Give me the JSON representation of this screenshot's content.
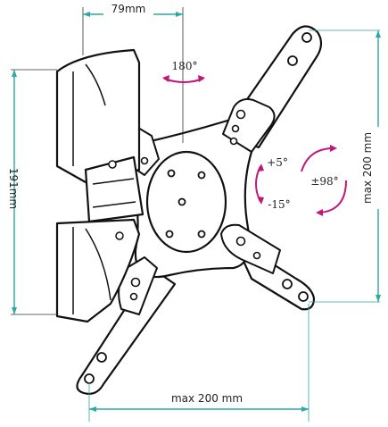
{
  "dimensions": {
    "top_width": "79mm",
    "left_height": "191mm",
    "right_vesa": "max 200 mm",
    "bottom_vesa": "max 200 mm"
  },
  "rotation": {
    "swivel": "180°",
    "tilt_up": "+5°",
    "tilt_down": "-15°",
    "rotate": "±98°"
  },
  "colors": {
    "line": "#111111",
    "body_fill": "#ffffff",
    "dim_line": "#2aa9a5",
    "ext_line": "#333333",
    "arrow": "#c0187a"
  }
}
